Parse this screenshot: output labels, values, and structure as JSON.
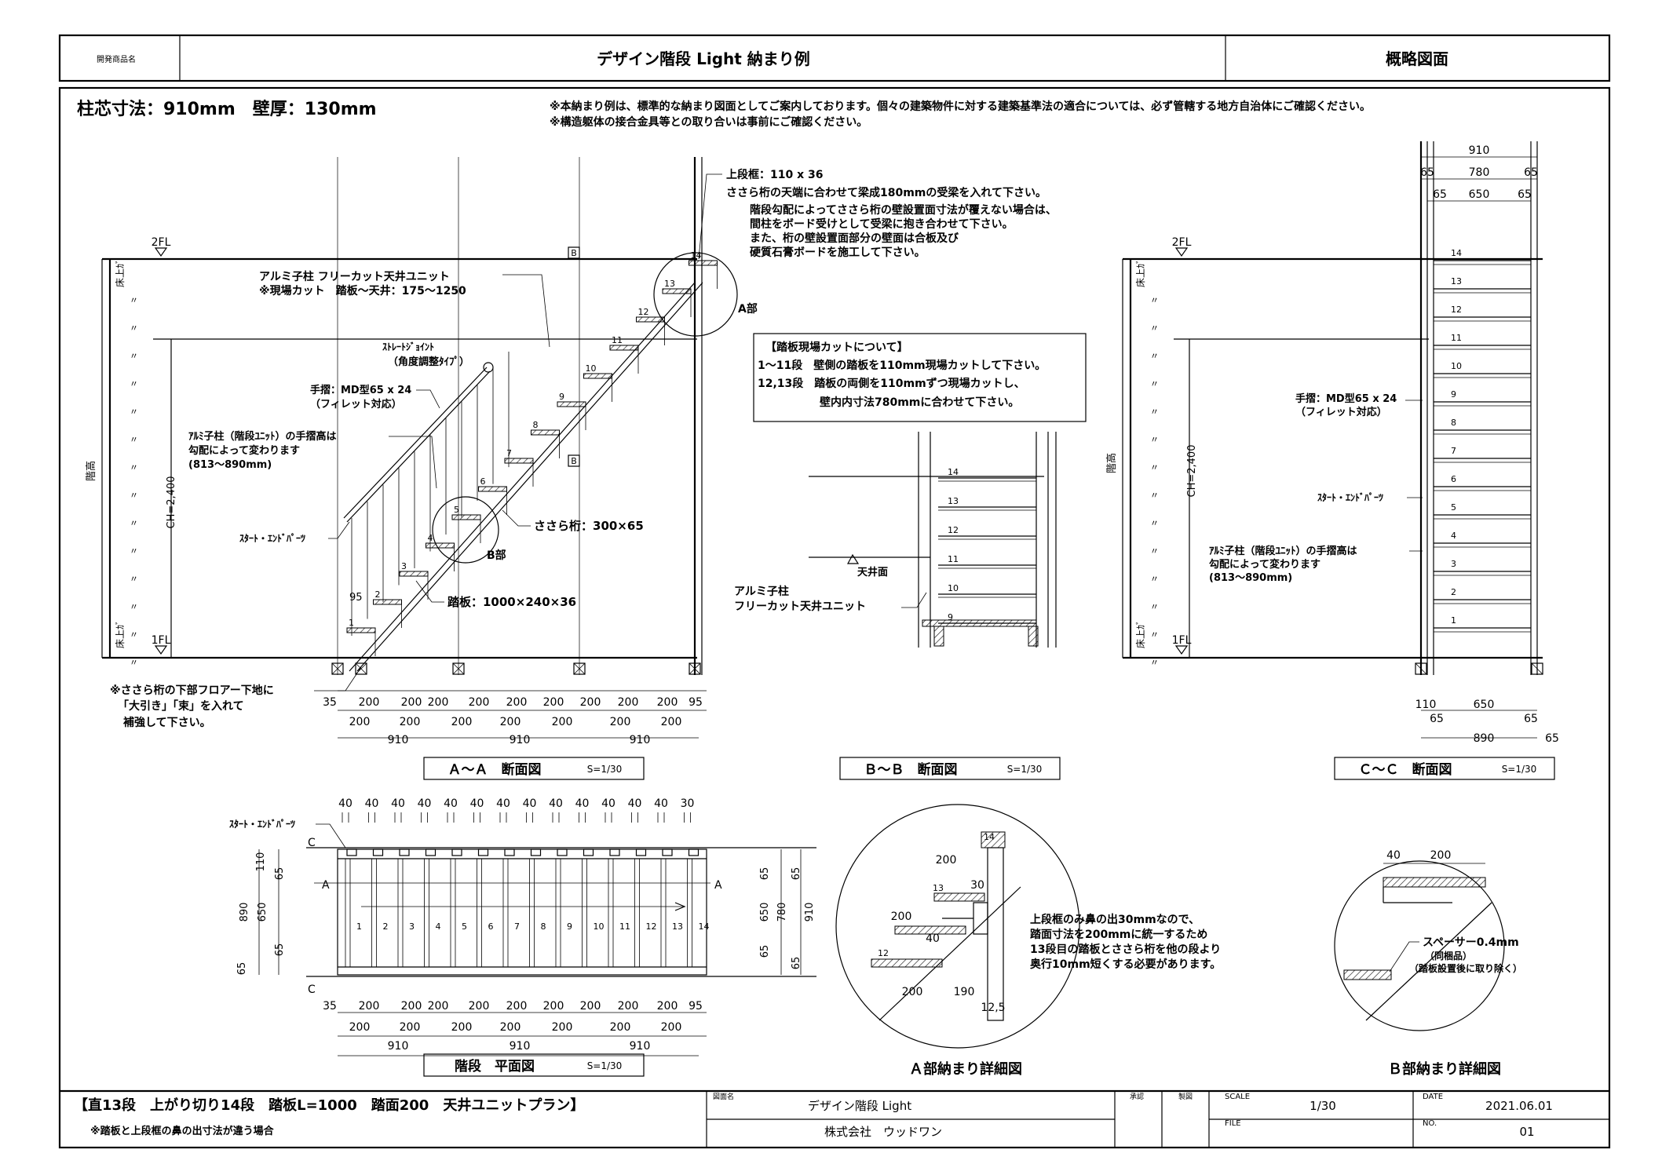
{
  "title_block": {
    "label_product": "開発商品名",
    "product_title": "デザイン階段 Light 納まり例",
    "sheet_type": "概略図面"
  },
  "spec": "柱芯寸法：910mm　壁厚：130mm",
  "notes": [
    "※本納まり例は、標準的な納まり図面としてご案内しております。個々の建築物件に対する建築基準法の適合については、必ず管轄する地方自治体にご確認ください。",
    "※構造躯体の接合金具等との取り合いは事前にご確認ください。"
  ],
  "callouts": {
    "top_frame": [
      "上段框：110 x 36",
      "ささら桁の天端に合わせて梁成180mmの受梁を入れて下さい。",
      "階段勾配によってささら桁の壁設置面寸法が覆えない場合は、",
      "間柱をボード受けとして受梁に抱き合わせて下さい。",
      "また、桁の壁設置面部分の壁面は合板及び",
      "硬質石膏ボードを施工して下さい。"
    ],
    "alumi_unit": [
      "アルミ子柱 フリーカット天井ユニット",
      "※現場カット　踏板～天井：175～1250"
    ],
    "straight_joint": [
      "ｽﾄﾚｰﾄｼﾞｮｲﾝﾄ",
      "（角度調整ﾀｲﾌﾟ）"
    ],
    "handrail": [
      "手摺：MD型65 x 24",
      "（フィレット対応）"
    ],
    "alumi_post": [
      "ｱﾙﾐ子柱（階段ﾕﾆｯﾄ）の手摺高は",
      "勾配によって変わります",
      "(813～890mm)"
    ],
    "start_end": "ｽﾀｰﾄ・ｴﾝﾄﾞﾊﾟｰﾂ",
    "stringer": "ささら桁：300×65",
    "tread": "踏板：1000×240×36",
    "b_part": "B部",
    "a_part": "A部",
    "floor_note": [
      "※ささら桁の下部フロアー下地に",
      "「大引き」「束」を入れて",
      "補強して下さい。"
    ],
    "tread_cut_title": "【踏板現場カットについて】",
    "tread_cut_lines": [
      "1～11段　壁側の踏板を110mm現場カットして下さい。",
      "12,13段　踏板の両側を110mmずつ現場カットし、",
      "壁内内寸法780mmに合わせて下さい。"
    ],
    "ceiling": "天井面",
    "alumi_unit2": [
      "アルミ子柱",
      "フリーカット天井ユニット"
    ],
    "detail_a_note": [
      "上段框のみ鼻の出30mmなので、",
      "踏面寸法を200mmに統一するため",
      "13段目の踏板とささら桁を他の段より",
      "奥行10mm短くする必要があります。"
    ],
    "spacer": [
      "スペーサー0.4mm",
      "（同梱品）",
      "（踏板設置後に取り除く）"
    ]
  },
  "labels": {
    "fl2": "2FL",
    "fl1": "1FL",
    "ch": "CH=2,400",
    "height": "階高",
    "yuka_agari": "床上ｶﾞ",
    "tick": "〃",
    "sec_b": "B",
    "sec_c": "C",
    "sec_a": "A"
  },
  "steps": [
    "1",
    "2",
    "3",
    "4",
    "5",
    "6",
    "7",
    "8",
    "9",
    "10",
    "11",
    "12",
    "13",
    "14"
  ],
  "dims": {
    "aa_top": [
      "35",
      "200",
      "200",
      "200",
      "200",
      "200",
      "200",
      "200",
      "200",
      "200",
      "95"
    ],
    "aa_mid": [
      "200",
      "200",
      "200",
      "200",
      "200",
      "200",
      "200"
    ],
    "aa_bot": [
      "910",
      "910",
      "910"
    ],
    "aa_95": "95",
    "cc_top": [
      "910"
    ],
    "cc_mid": [
      "65",
      "780",
      "65"
    ],
    "cc_mid2": [
      "65",
      "650",
      "65"
    ],
    "cc_bot": [
      "110",
      "650",
      "65",
      "890",
      "65"
    ],
    "plan_top": [
      "40",
      "40",
      "40",
      "40",
      "40",
      "40",
      "40",
      "40",
      "40",
      "40",
      "40",
      "40",
      "40",
      "30"
    ],
    "plan_left": [
      "110",
      "65",
      "650",
      "65",
      "890",
      "65"
    ],
    "plan_right": [
      "65",
      "65",
      "650",
      "780",
      "910",
      "65",
      "65"
    ],
    "detail_a": [
      "200",
      "30",
      "200",
      "40",
      "200",
      "190",
      "12,5",
      "14",
      "13",
      "12"
    ],
    "detail_b": [
      "40",
      "200"
    ]
  },
  "section_titles": {
    "aa": "Ａ～Ａ　断面図",
    "bb": "Ｂ～Ｂ　断面図",
    "cc": "Ｃ～Ｃ　断面図",
    "plan": "階段　平面図",
    "scale": "S=1/30",
    "detail_a": "Ａ部納まり詳細図",
    "detail_b": "Ｂ部納まり詳細図"
  },
  "footer": {
    "plan_name": "【直13段　上がり切り14段　踏板L=1000　踏面200　天井ユニットプラン】",
    "plan_note": "※踏板と上段框の鼻の出寸法が違う場合",
    "label_drawing": "図面名",
    "drawing_name": "デザイン階段 Light",
    "company": "株式会社　ウッドワン",
    "label_approve": "承認",
    "label_draw": "製図",
    "label_scale": "SCALE",
    "scale": "1/30",
    "label_file": "FILE",
    "label_date": "DATE",
    "date": "2021.06.01",
    "label_no": "NO.",
    "no": "01"
  }
}
